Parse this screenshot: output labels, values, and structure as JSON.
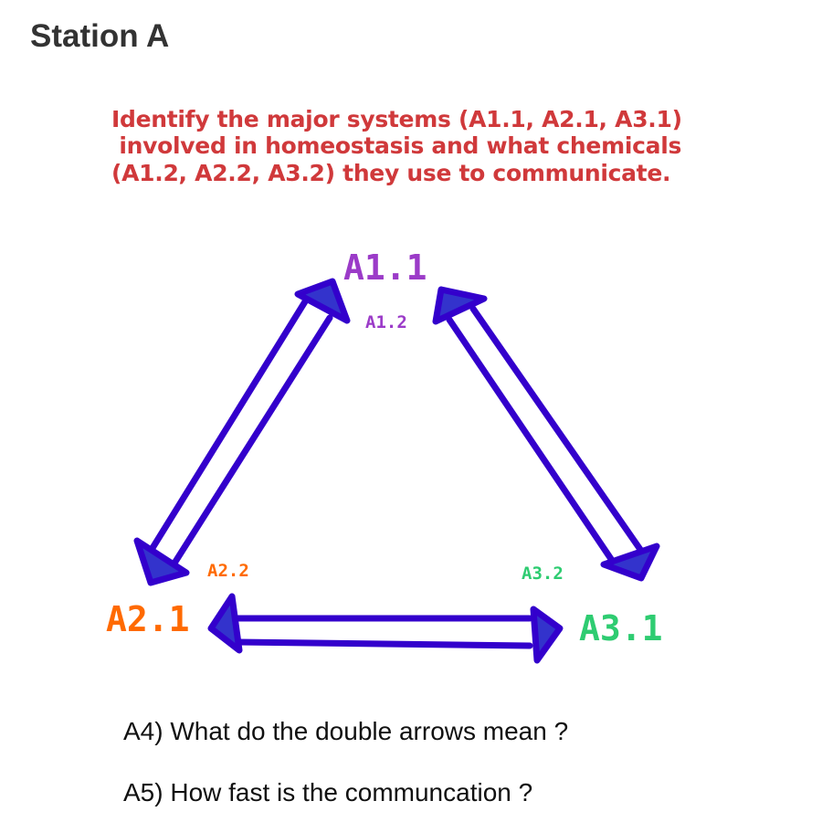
{
  "title": "Station A",
  "instructions": [
    "Identify the major systems (A1.1, A2.1, A3.1)",
    " involved in homeostasis and what chemicals",
    "(A1.2, A2.2, A3.2) they use to communicate."
  ],
  "nodes": {
    "a1": {
      "system": "A1.1",
      "chemical": "A1.2",
      "color": "#9b3bc8"
    },
    "a2": {
      "system": "A2.1",
      "chemical": "A2.2",
      "color": "#ff6a00"
    },
    "a3": {
      "system": "A3.1",
      "chemical": "A3.2",
      "color": "#2ecc71"
    }
  },
  "arrow_color": "#3300cc",
  "arrow_fill": "#3333cc",
  "questions": [
    "A4) What do the double arrows mean ?",
    "A5) How fast is the communcation ?"
  ]
}
